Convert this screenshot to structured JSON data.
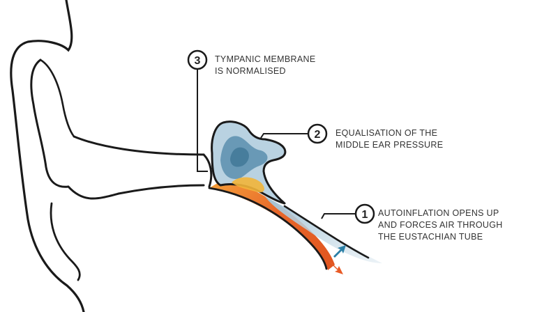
{
  "colors": {
    "outline": "#1a1a1a",
    "ear_fill": "#ffffff",
    "middle_ear_blue": "#5a8fae",
    "middle_ear_light": "#b9d2e1",
    "eustachian_orange": "#e8672a",
    "eustachian_yellow": "#f2b53a",
    "arrow_blue": "#2a7fa6",
    "arrow_orange": "#e85a25"
  },
  "callouts": [
    {
      "number": "1",
      "line1": "AUTOINFLATION OPENS UP",
      "line2": "AND FORCES AIR THROUGH",
      "line3": "THE EUSTACHIAN TUBE"
    },
    {
      "number": "2",
      "line1": "EQUALISATION OF THE",
      "line2": "MIDDLE EAR PRESSURE"
    },
    {
      "number": "3",
      "line1": "TYMPANIC MEMBRANE",
      "line2": "IS NORMALISED"
    }
  ],
  "icons": {
    "air_in_arrow": "arrow-up-right-icon",
    "air_out_arrow": "arrow-down-right-icon"
  }
}
